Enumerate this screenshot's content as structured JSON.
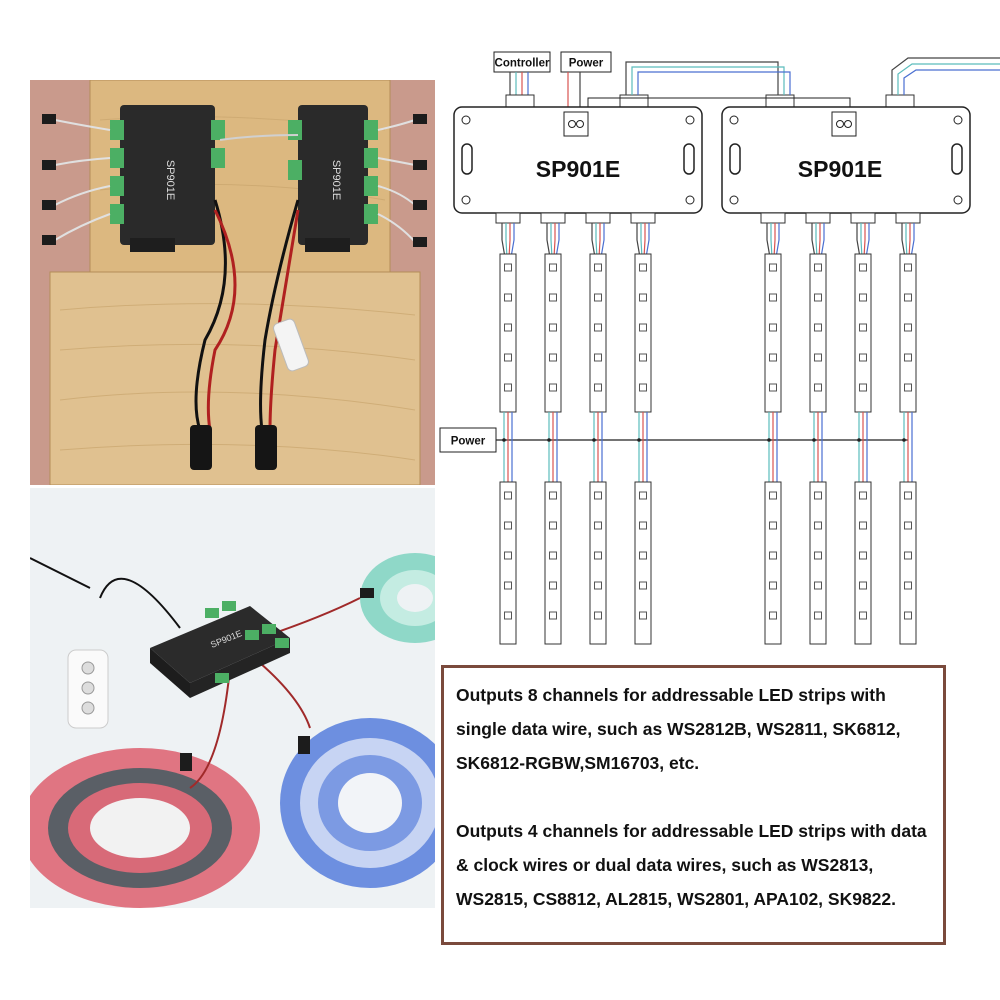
{
  "diagram": {
    "controller_label": "Controller",
    "power_label_top": "Power",
    "power_label_mid": "Power",
    "unit_1_model": "SP901E",
    "unit_2_model": "SP901E"
  },
  "photo_top": {
    "board_label_1": "SP901E",
    "board_label_2": "SP901E"
  },
  "photo_bottom": {
    "device_label": "SP901E"
  },
  "spec": {
    "paragraph_1": "Outputs 8 channels for addressable LED strips with single data wire, such as WS2812B, WS2811, SK6812, SK6812-RGBW,SM16703, etc.",
    "paragraph_2": "Outputs 4 channels for addressable LED strips with data & clock wires or dual data wires, such as WS2813, WS2815, CS8812, AL2815, WS2801, APA102, SK9822."
  },
  "colors": {
    "border": "#7a4a3c",
    "wire_red": "#d9534f",
    "wire_teal": "#5bbcbc",
    "wire_blue": "#4a6fd1",
    "wood": "#d9b77f"
  }
}
